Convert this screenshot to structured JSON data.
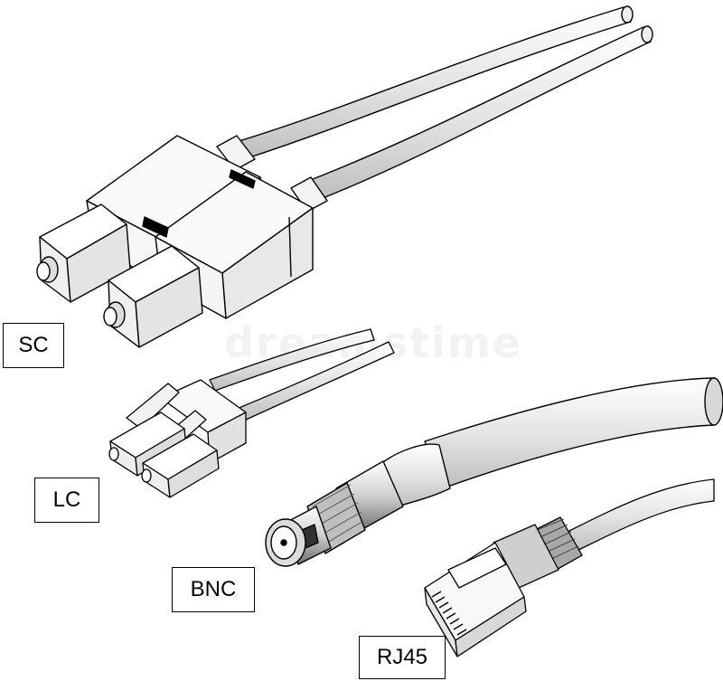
{
  "labels": {
    "sc": "SC",
    "lc": "LC",
    "bnc": "BNC",
    "rj45": "RJ45"
  },
  "watermark": "dreamstime",
  "colors": {
    "line": "#000000",
    "cable": "#e6e6e6",
    "body": "#f2f2f2",
    "shade": "#bdbdbd",
    "dark": "#555555"
  }
}
